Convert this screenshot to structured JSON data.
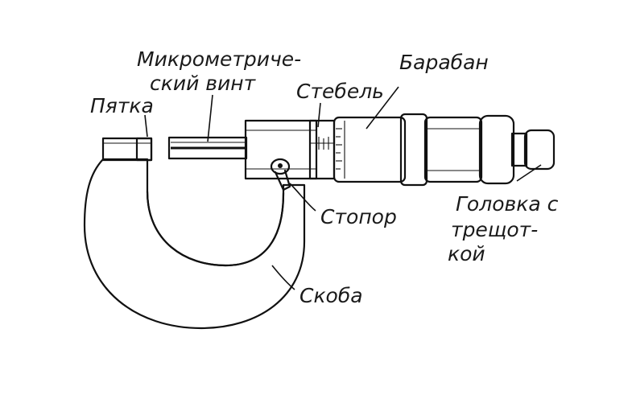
{
  "labels": {
    "heel": "Пятка",
    "screw_line1": "Микрометриче-",
    "screw_line2": "ский винт",
    "stem": "Стебель",
    "drum": "Барабан",
    "stopper": "Стопор",
    "head_line1": "Головка с",
    "head_line2": "трещот-",
    "head_line3": "кой",
    "frame": "Скоба"
  },
  "colors": {
    "ink": "#111111",
    "paper": "#ffffff",
    "shade": "#bdbdbd"
  }
}
